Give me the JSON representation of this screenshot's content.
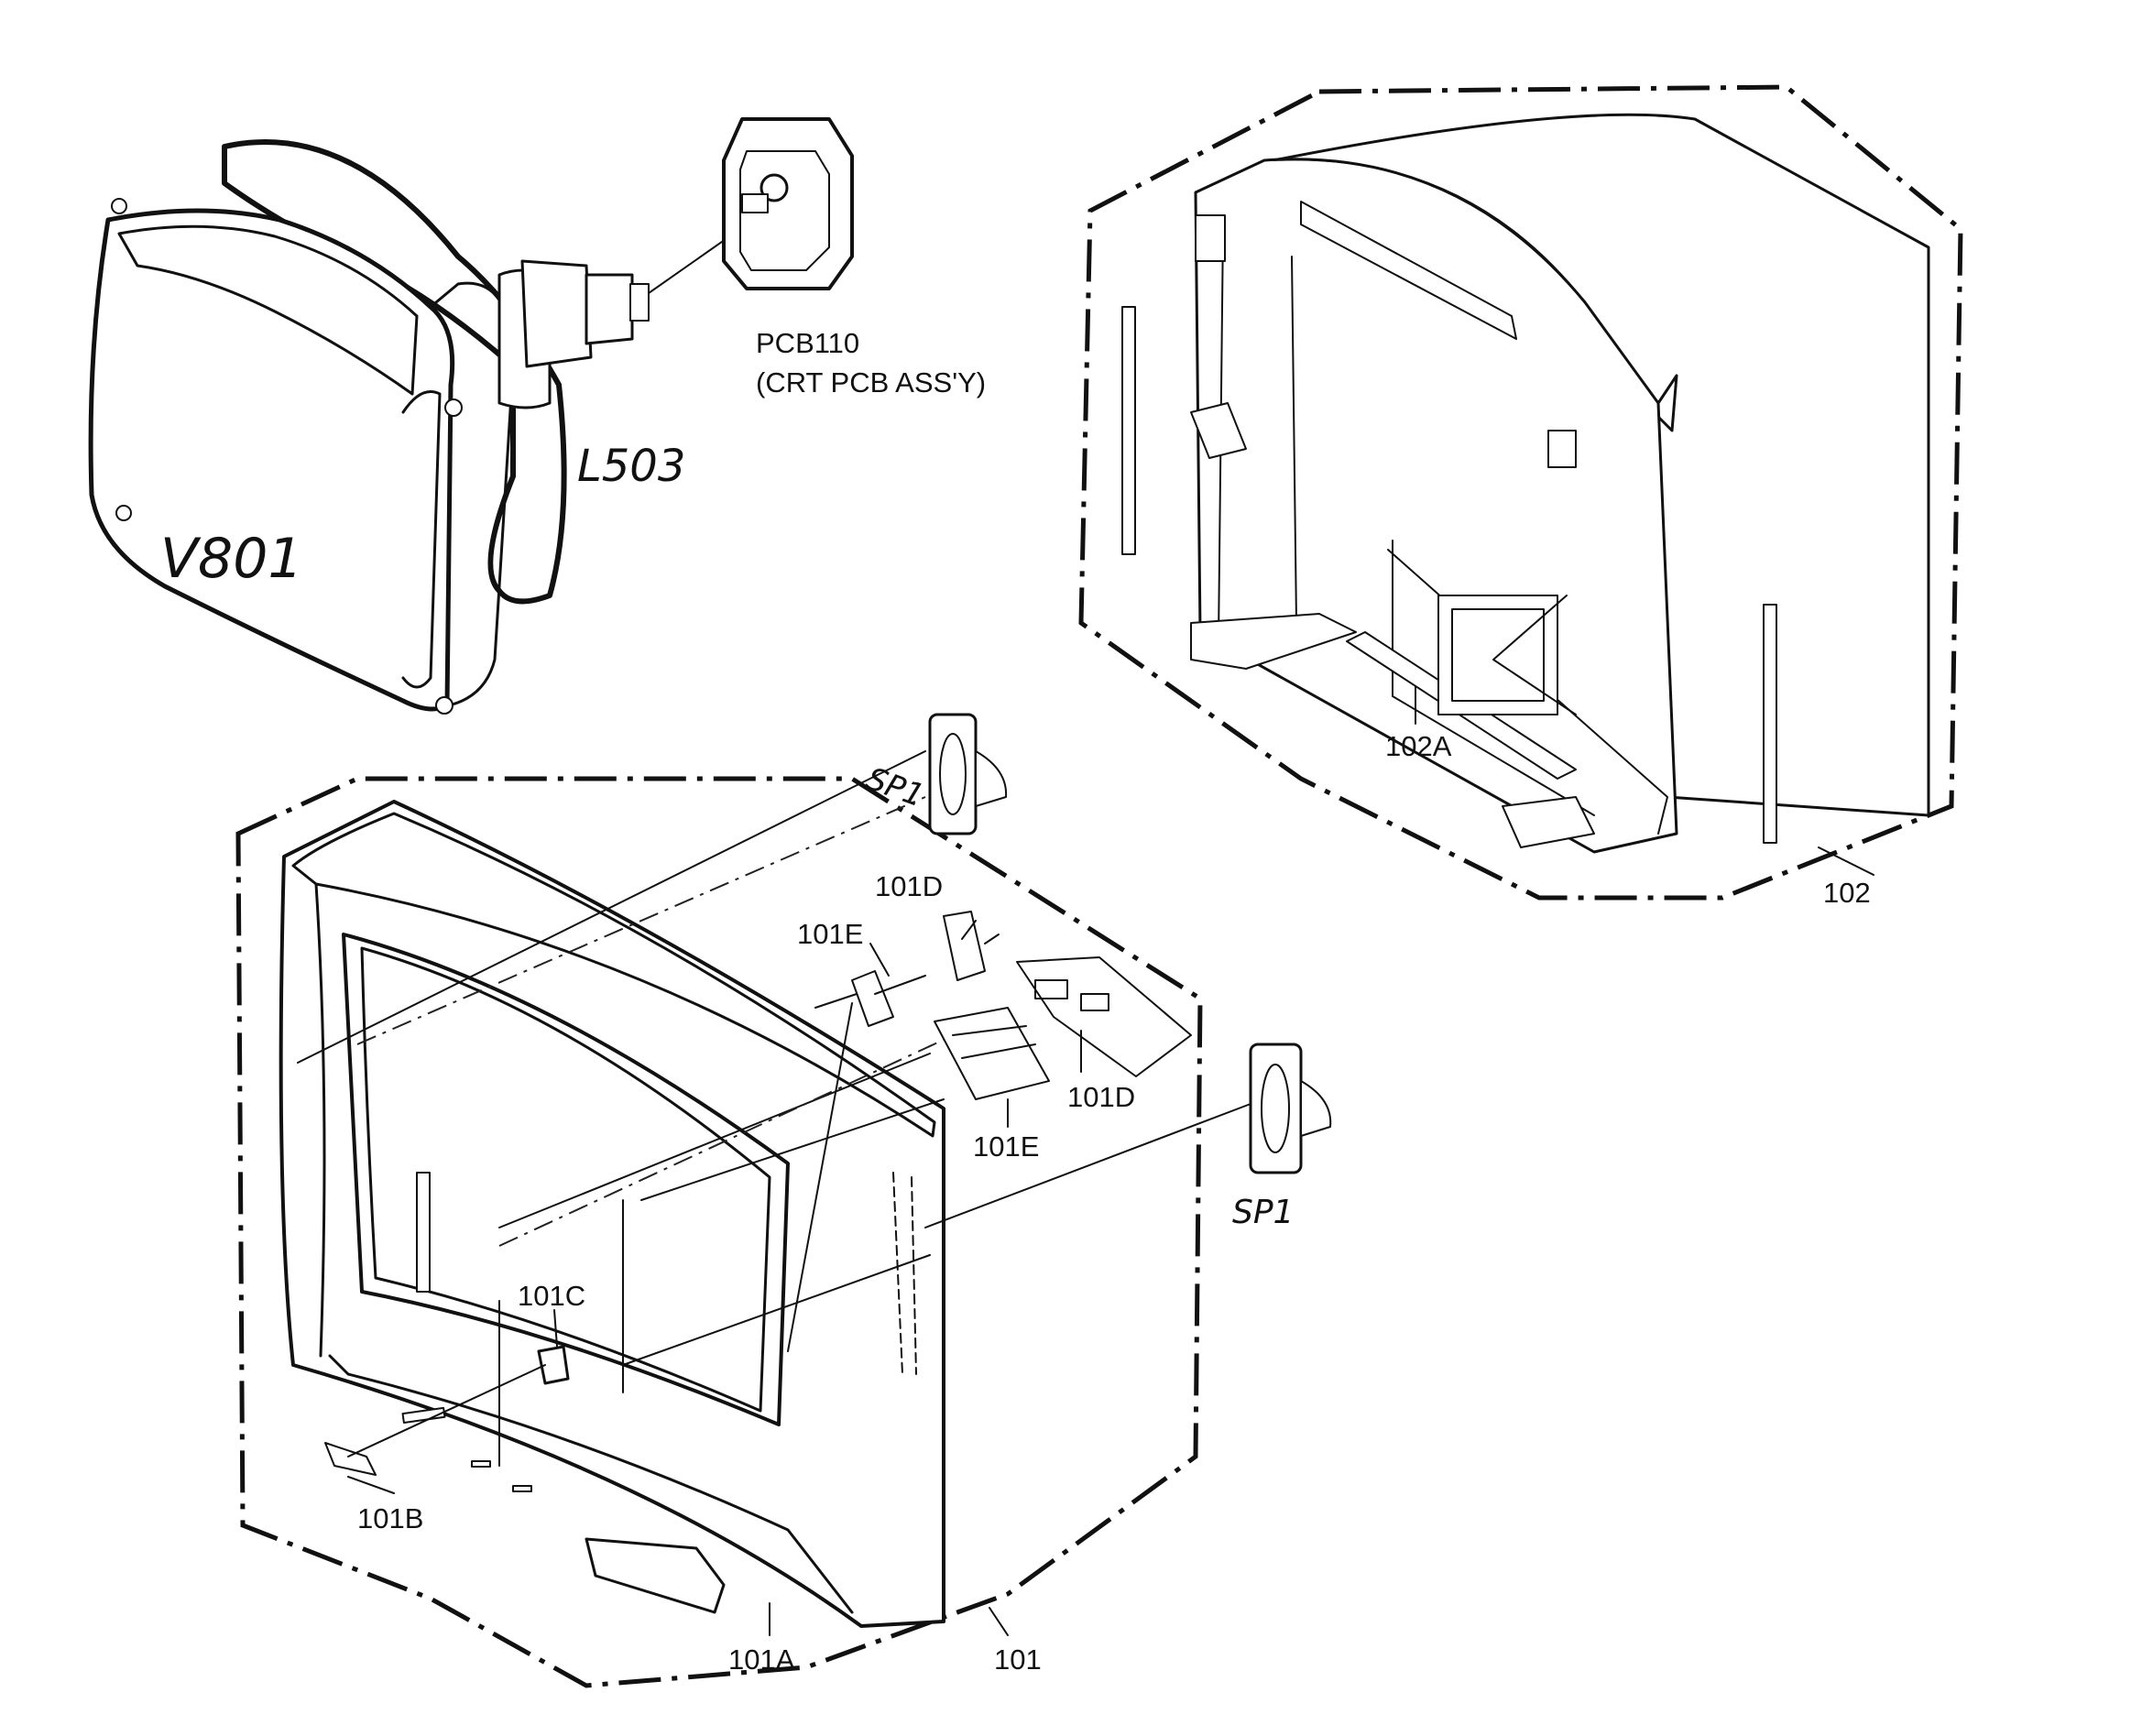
{
  "labels": {
    "crt_pcb_code": "PCB110",
    "crt_pcb_desc": "(CRT PCB ASS'Y)",
    "deflection_yoke": "L503",
    "crt_tube": "V801",
    "back_cover": "102",
    "back_cover_bracket": "102A",
    "front_cabinet": "101",
    "front_panel": "101A",
    "power_button": "101B",
    "led_holder": "101C",
    "side_jack_board_top": "101D",
    "side_jack_board_bottom": "101D",
    "control_button_top": "101E",
    "control_button_bottom": "101E",
    "speaker_top": "SP1",
    "speaker_bottom": "SP1"
  }
}
